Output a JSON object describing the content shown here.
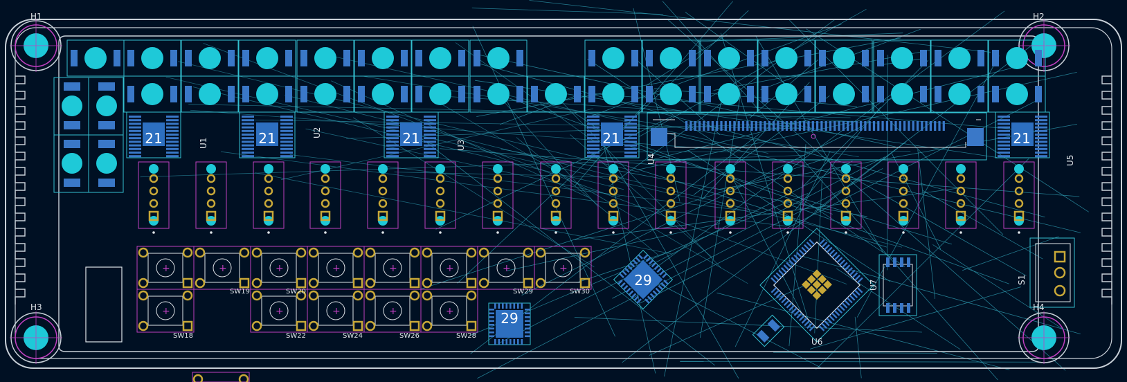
{
  "app": {
    "view": "PCB layout editor canvas"
  },
  "colors": {
    "background": "#001023",
    "board_outline": "#c8d0d8",
    "pad": "#1ec9d8",
    "smd_pad": "#3a78c8",
    "courtyard": "#33c0d0",
    "fab": "#c040c0",
    "silk": "#e0e6ea",
    "ratsnest": "#2f9fb4",
    "through_hole_ring": "#c8a838",
    "ic_label_bg": "#2d6fc0"
  },
  "holes": {
    "h1": "H1",
    "h2": "H2",
    "h3": "H3",
    "h4": "H4"
  },
  "ics": {
    "u1": "U1",
    "u2": "U2",
    "u3": "U3",
    "u4": "U4",
    "u5": "U5",
    "u6": "U6",
    "u7": "U7",
    "s1": "S1",
    "pad_count_21": "21",
    "pad_count_29": "29"
  },
  "switches": {
    "labels": [
      "SW18",
      "SW19",
      "SW20",
      "SW22",
      "SW24",
      "SW26",
      "SW28",
      "SW29",
      "SW30"
    ]
  }
}
